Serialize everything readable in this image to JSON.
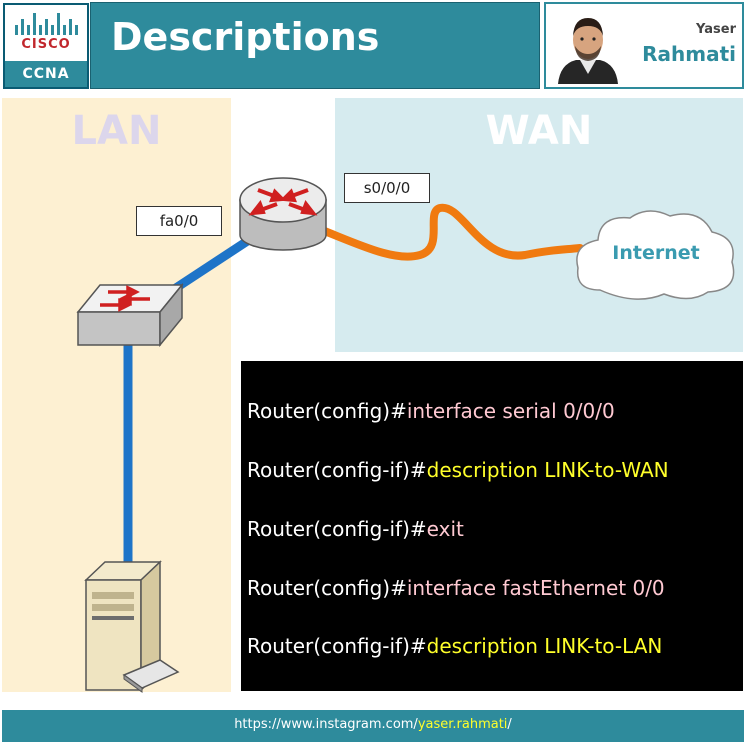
{
  "header": {
    "logo": {
      "brand": "CISCO",
      "cert": "CCNA"
    },
    "title": "Descriptions",
    "author": {
      "first": "Yaser",
      "last": "Rahmati"
    }
  },
  "zones": {
    "lan": "LAN",
    "wan": "WAN"
  },
  "interfaces": {
    "lan_if": "fa0/0",
    "wan_if": "s0/0/0"
  },
  "cloud": {
    "label": "Internet"
  },
  "commands": [
    {
      "prompt": "Router(config)#",
      "text": "interface serial 0/0/0",
      "color": "#ffc9d2"
    },
    {
      "prompt": "Router(config-if)#",
      "text": "description LINK-to-WAN",
      "color": "#ffff2a"
    },
    {
      "prompt": "Router(config-if)#",
      "text": "exit",
      "color": "#ffc9d2"
    },
    {
      "prompt": "Router(config)#",
      "text": "interface fastEthernet 0/0",
      "color": "#ffc9d2"
    },
    {
      "prompt": "Router(config-if)#",
      "text": "description LINK-to-LAN",
      "color": "#ffff2a"
    }
  ],
  "footer": {
    "prefix": "https://www.instagram.com/",
    "handle": "yaser.rahmati",
    "suffix": "/"
  },
  "colors": {
    "brand": "#2e8b9c",
    "lan_link": "#1e74c8",
    "wan_link": "#f07a10",
    "lan_zone": "#fdf0d2",
    "wan_zone": "#d6ebef"
  }
}
